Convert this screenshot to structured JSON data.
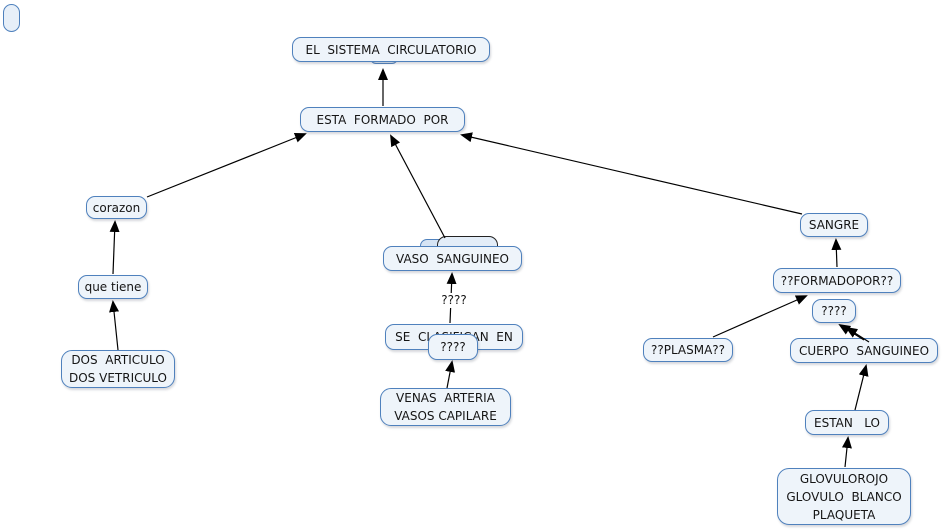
{
  "diagram": {
    "type": "concept-map",
    "topic": "EL SISTEMA CIRCULATORIO"
  },
  "colors": {
    "node_fill": "#eef4fa",
    "node_border": "#4f81bd",
    "text": "#151515",
    "line": "#000000",
    "background": "#ffffff"
  },
  "nodes": [
    {
      "id": "el-sistema-circulatorio",
      "label": "EL  SISTEMA  CIRCULATORIO"
    },
    {
      "id": "esta-formado-por",
      "label": "ESTA  FORMADO  POR"
    },
    {
      "id": "corazon",
      "label": "corazon"
    },
    {
      "id": "que-tiene",
      "label": "que tiene"
    },
    {
      "id": "dos-articulo-dos-vetriculo",
      "label": "DOS  ARTICULO\nDOS VETRICULO"
    },
    {
      "id": "vaso-sanguineo",
      "label": "VASO  SANGUINEO"
    },
    {
      "id": "se-clasifican-en",
      "label": "SE  CLASIFICAN  EN"
    },
    {
      "id": "unknown-mid",
      "label": "????"
    },
    {
      "id": "venas-arteria-vasos-capilare",
      "label": "VENAS  ARTERIA\nVASOS CAPILARE"
    },
    {
      "id": "sangre",
      "label": "SANGRE"
    },
    {
      "id": "formado-por-unknown",
      "label": "??FORMADOPOR??"
    },
    {
      "id": "unknown-right",
      "label": "????"
    },
    {
      "id": "cuerpo-sanguineo",
      "label": "CUERPO  SANGUINEO"
    },
    {
      "id": "plasma-unknown",
      "label": "??PLASMA??"
    },
    {
      "id": "estan-lo",
      "label": "ESTAN   LO"
    },
    {
      "id": "glovulos",
      "label": "GLOVULOROJO\nGLOVULO  BLANCO\nPLAQUETA"
    }
  ],
  "line_labels": [
    {
      "id": "unknown-link",
      "label": "????"
    }
  ]
}
